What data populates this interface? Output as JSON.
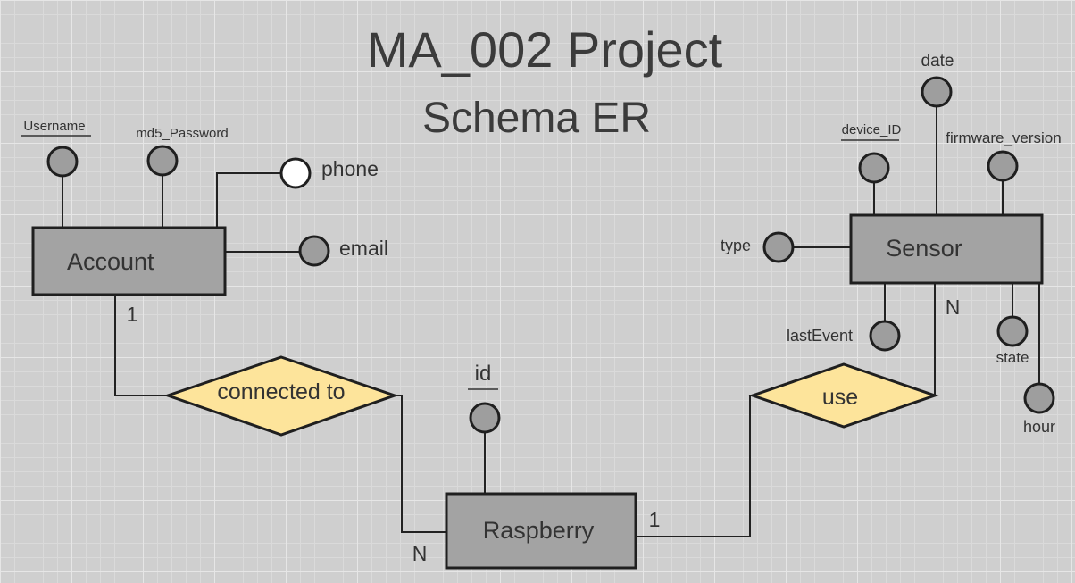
{
  "diagram": {
    "title": "MA_002 Project",
    "subtitle": "Schema ER"
  },
  "entities": {
    "account": "Account",
    "sensor": "Sensor",
    "raspberry": "Raspberry"
  },
  "relationships": {
    "connected_to": "connected to",
    "use": "use"
  },
  "attributes": {
    "username": "Username",
    "md5_password": "md5_Password",
    "phone": "phone",
    "email": "email",
    "date": "date",
    "device_id": "device_ID",
    "firmware_version": "firmware_version",
    "type": "type",
    "last_event": "lastEvent",
    "state": "state",
    "hour": "hour",
    "id": "id"
  },
  "cardinalities": {
    "account_connected": "1",
    "raspberry_connected": "N",
    "raspberry_use": "1",
    "sensor_use": "N"
  },
  "colors": {
    "entity_fill": "#a3a3a3",
    "relationship_fill": "#fde49b",
    "attribute_fill": "#9e9e9e",
    "optional_attribute_fill": "#ffffff",
    "grid_background": "#cfcfcf"
  }
}
